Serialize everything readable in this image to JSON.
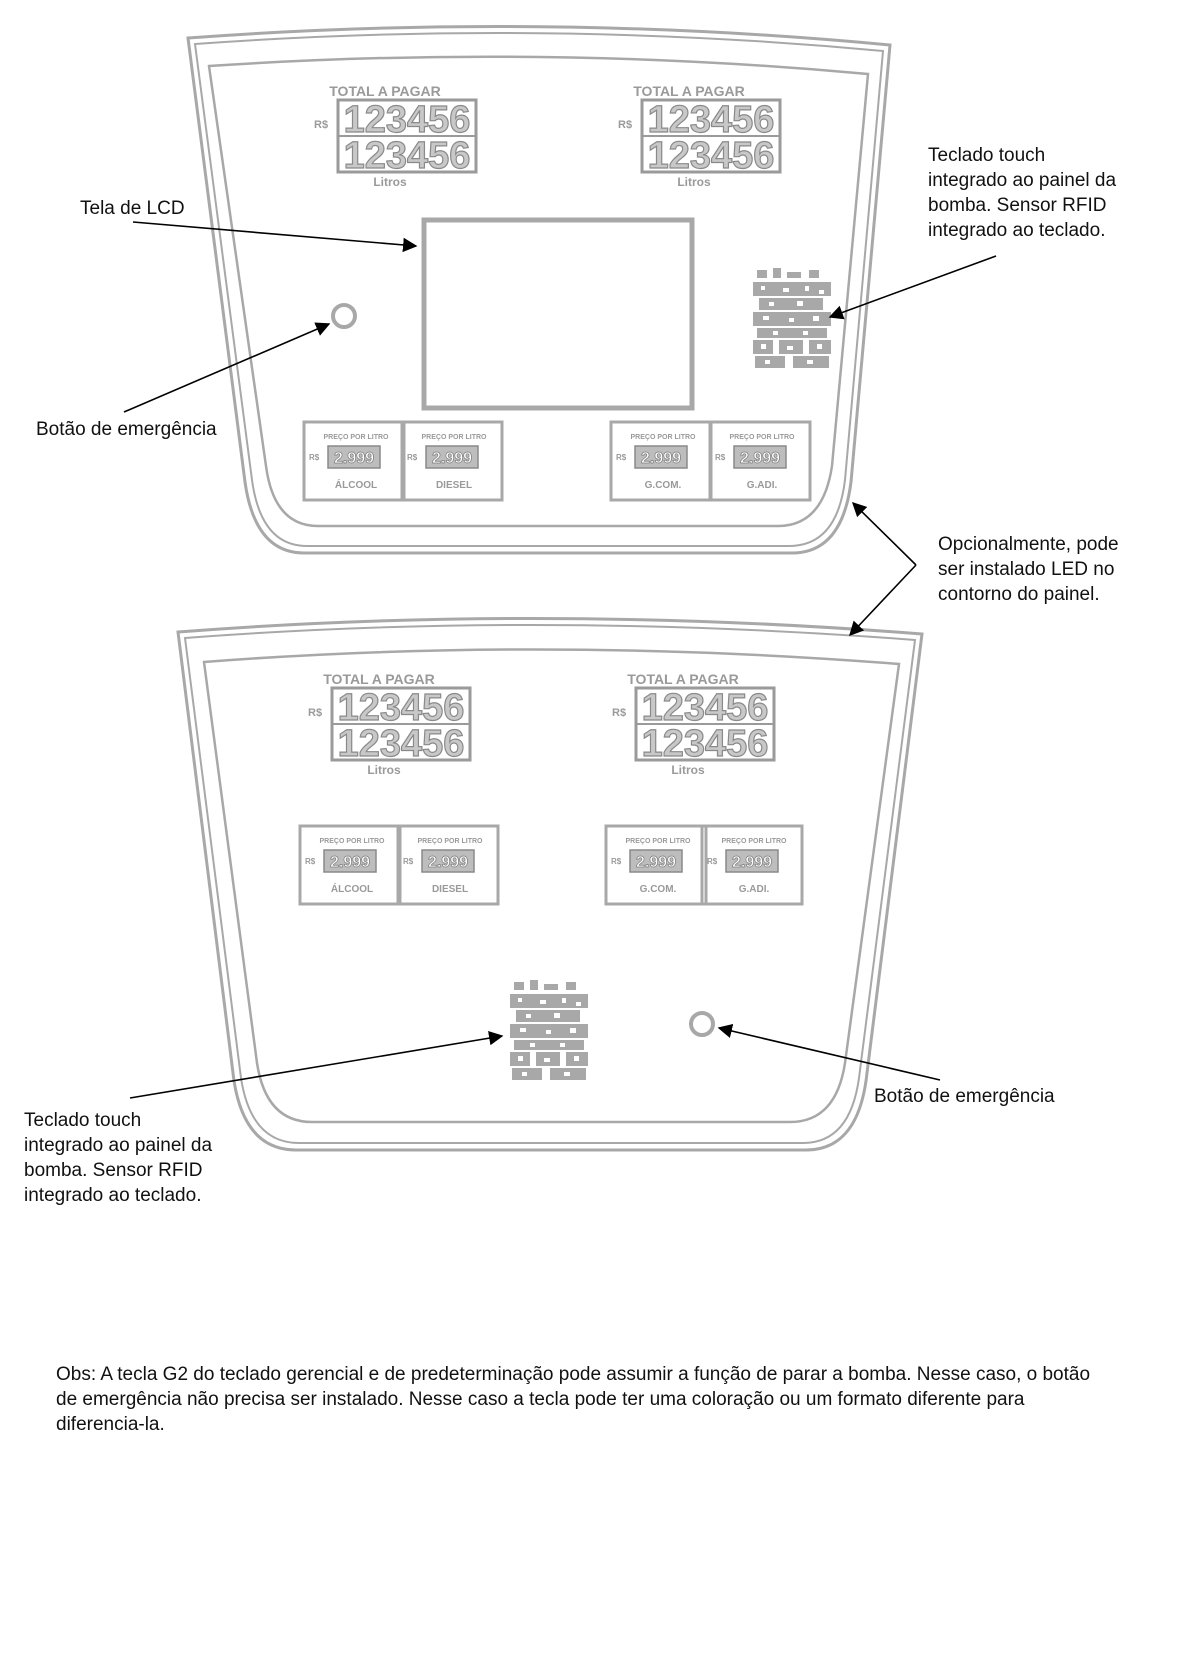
{
  "display": {
    "total_title": "TOTAL A PAGAR",
    "currency": "R$",
    "amount": "123456",
    "volume": "123456",
    "unit": "Litros",
    "price_value": "2.999",
    "price_titles": [
      "PREÇO POR LITRO",
      "PREÇO POR LITRO",
      "PREÇO POR LITRO",
      "PREÇO POR LITRO"
    ],
    "price_products": [
      "ÁLCOOL",
      "DIESEL",
      "G.COM.",
      "G.ADI."
    ]
  },
  "labels": {
    "lcd": "Tela de LCD",
    "keypad_top": [
      "Teclado touch",
      "integrado ao painel da",
      "bomba. Sensor RFID",
      "integrado ao teclado."
    ],
    "emergency_top": "Botão de emergência",
    "led_note": [
      "Opcionalmente, pode",
      "ser instalado LED no",
      "contorno do painel."
    ],
    "keypad_bottom": [
      "Teclado touch",
      "integrado ao painel da",
      "bomba. Sensor RFID",
      "integrado ao teclado."
    ],
    "emergency_bottom": "Botão de emergência"
  },
  "note": [
    "Obs: A tecla G2 do teclado gerencial e de predeterminação pode assumir a função de parar a bomba. Nesse caso, o botão",
    "de emergência não precisa ser instalado. Nesse caso a tecla pode ter uma coloração ou um formato diferente para",
    "diferencia-la."
  ],
  "colors": {
    "panel_outline": "#a8a8a8",
    "display_gray": "#9a9a9a",
    "arrow": "#000000",
    "text": "#111111"
  }
}
